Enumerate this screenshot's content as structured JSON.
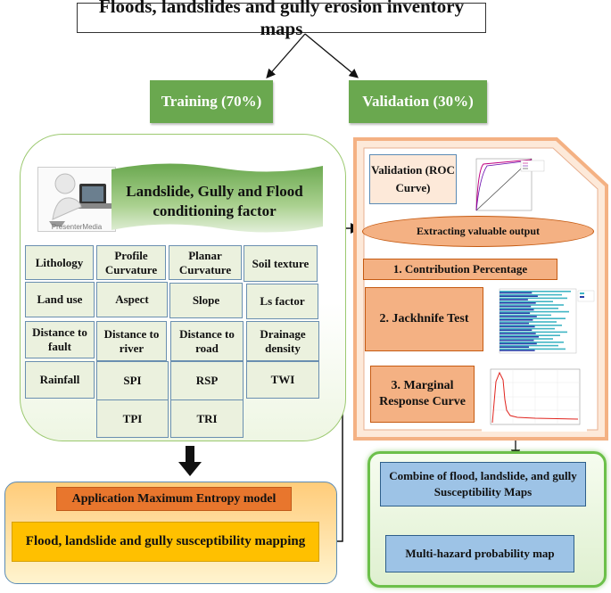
{
  "title": "Floods, landslides and gully erosion inventory maps",
  "training": "Training (70%)",
  "validation": "Validation (30%)",
  "presenter_caption": "PresenterMedia",
  "conditioning_title": "Landslide, Gully and Flood conditioning factor",
  "factors": [
    "Lithology",
    "Profile Curvature",
    "Planar Curvature",
    "Soil texture",
    "Land use",
    "Aspect",
    "Slope",
    "Ls factor",
    "Distance to fault",
    "Distance to river",
    "Distance to road",
    "Drainage density",
    "Rainfall",
    "SPI",
    "RSP",
    "TWI",
    "TPI",
    "TRI"
  ],
  "maxent_title": "Application Maximum Entropy model",
  "mapping": "Flood, landslide and gully susceptibility mapping",
  "roc_label": "Validation (ROC Curve)",
  "extract": "Extracting valuable output",
  "contribution": "1. Contribution Percentage",
  "jackknife": "2. Jackhnife Test",
  "marginal": "3. Marginal Response Curve",
  "combine": "Combine of flood, landslide, and gully Susceptibility Maps",
  "multi": "Multi-hazard probability  map",
  "colors": {
    "green_button": "#6aa84f",
    "factor_fill": "#ebf1de",
    "orange_box": "#f4b183",
    "blue_box": "#9dc3e6",
    "maxent_orange": "#e8762d",
    "mapping_yellow": "#ffc000"
  }
}
